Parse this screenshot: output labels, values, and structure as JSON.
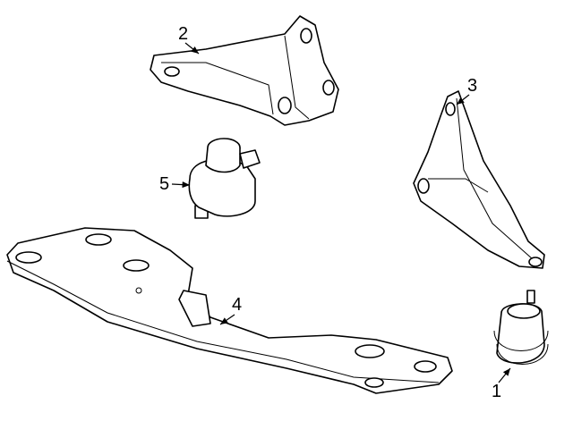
{
  "diagram": {
    "callouts": [
      {
        "number": "1",
        "part": "engine-mount-right"
      },
      {
        "number": "2",
        "part": "engine-mount-bracket-left"
      },
      {
        "number": "3",
        "part": "engine-mount-bracket-right"
      },
      {
        "number": "4",
        "part": "transmission-crossmember"
      },
      {
        "number": "5",
        "part": "transmission-mount"
      }
    ]
  }
}
